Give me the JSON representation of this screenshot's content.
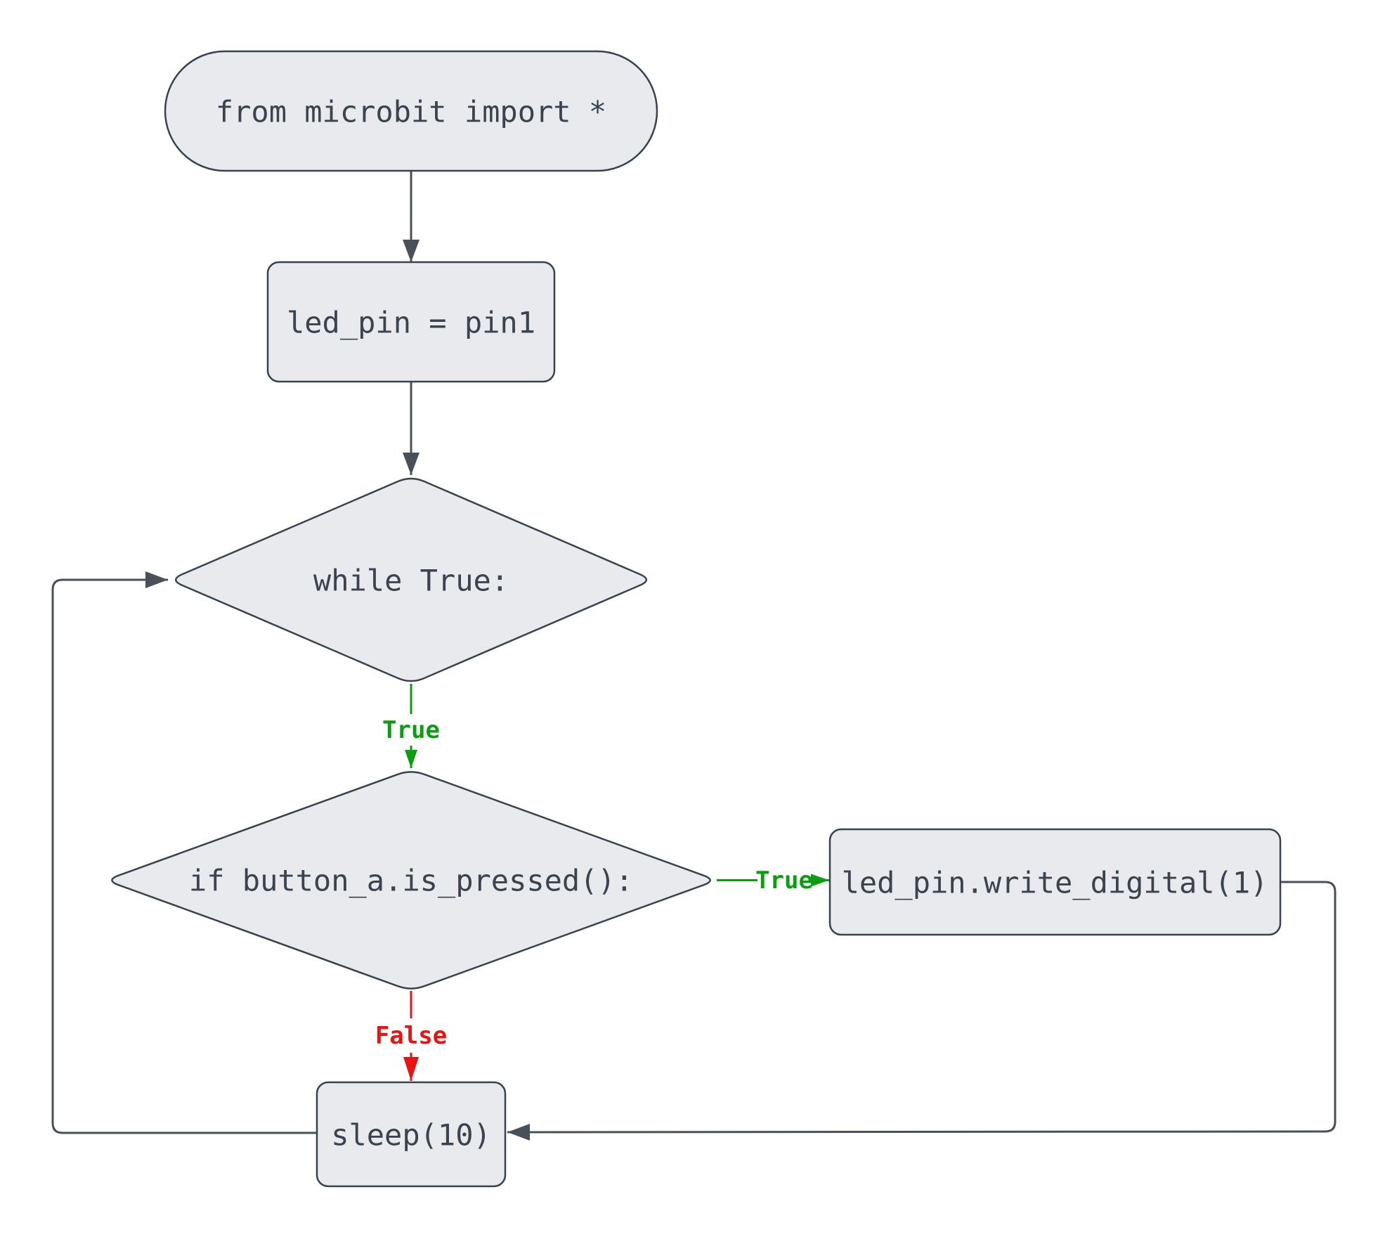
{
  "flowchart": {
    "nodes": [
      {
        "id": "start",
        "shape": "terminator",
        "label": "from microbit import *"
      },
      {
        "id": "init-led-pin",
        "shape": "process",
        "label": "led_pin = pin1"
      },
      {
        "id": "while-loop",
        "shape": "decision",
        "label": "while True:"
      },
      {
        "id": "if-button",
        "shape": "decision",
        "label": "if button_a.is_pressed():"
      },
      {
        "id": "write-digital",
        "shape": "process",
        "label": "led_pin.write_digital(1)"
      },
      {
        "id": "sleep",
        "shape": "process",
        "label": "sleep(10)"
      }
    ],
    "edges": [
      {
        "from": "start",
        "to": "init-led-pin",
        "label": ""
      },
      {
        "from": "init-led-pin",
        "to": "while-loop",
        "label": ""
      },
      {
        "from": "while-loop",
        "to": "if-button",
        "label": "True"
      },
      {
        "from": "if-button",
        "to": "write-digital",
        "label": "True"
      },
      {
        "from": "if-button",
        "to": "sleep",
        "label": "False"
      },
      {
        "from": "write-digital",
        "to": "sleep",
        "label": ""
      },
      {
        "from": "sleep",
        "to": "while-loop",
        "label": ""
      }
    ],
    "edge_labels": {
      "while_to_if": "True",
      "if_to_write": "True",
      "if_to_sleep": "False"
    },
    "colors": {
      "background": "#ffffff",
      "node_fill": "#e8eaed",
      "node_border": "#39434e",
      "node_text": "#3a434e",
      "edge": "#485059",
      "true_branch": "#0b9e0e",
      "false_branch": "#e81313"
    }
  }
}
